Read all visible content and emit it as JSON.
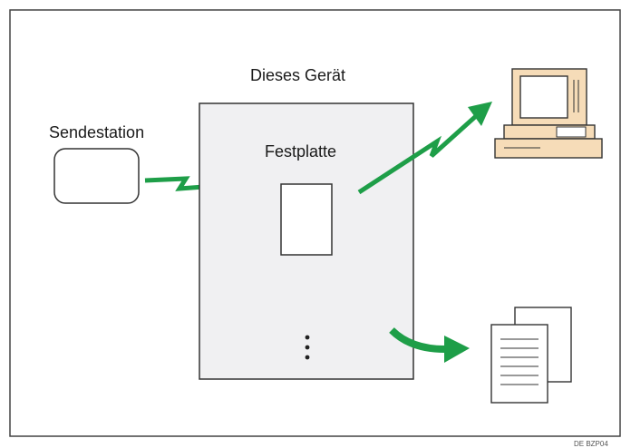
{
  "labels": {
    "sender_station": "Sendestation",
    "this_device": "Dieses Gerät",
    "hard_disk": "Festplatte",
    "figure_code": "DE BZP04"
  },
  "colors": {
    "frame": "#444444",
    "device_fill": "#f0f0f2",
    "arrow_green": "#1e9e48",
    "pc_beige": "#f6dcb8",
    "paper": "#ffffff"
  },
  "icons": {
    "sender": "sender-station-icon",
    "computer": "computer-icon",
    "documents": "documents-icon",
    "hard_disk": "hard-disk-icon",
    "more": "vertical-ellipsis-icon"
  }
}
